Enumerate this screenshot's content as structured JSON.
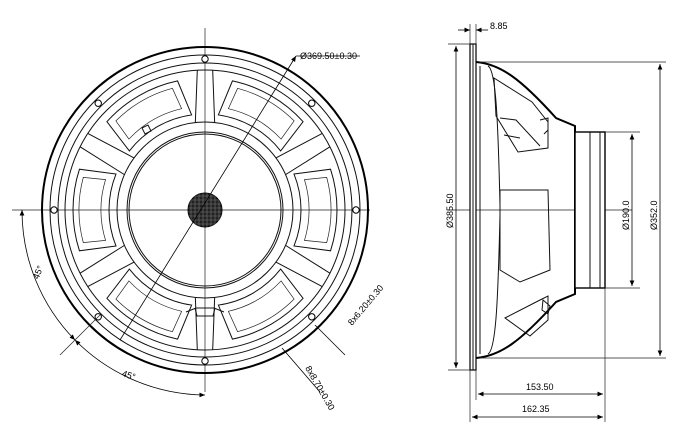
{
  "front_view": {
    "outer_diameter_label": "Ø369.50±0.30",
    "angle_left_label": "45°",
    "angle_bottom_label": "45°",
    "hole_pattern_inner_label": "8x6.20±0.30",
    "hole_pattern_outer_label": "8x8.70±0.30"
  },
  "side_view": {
    "flange_thickness_label": "8.85",
    "overall_diameter_label": "Ø385.50",
    "magnet_diameter_label": "Ø190.0",
    "cone_diameter_label": "Ø352.0",
    "depth_label": "153.50",
    "total_depth_label": "162.35"
  }
}
